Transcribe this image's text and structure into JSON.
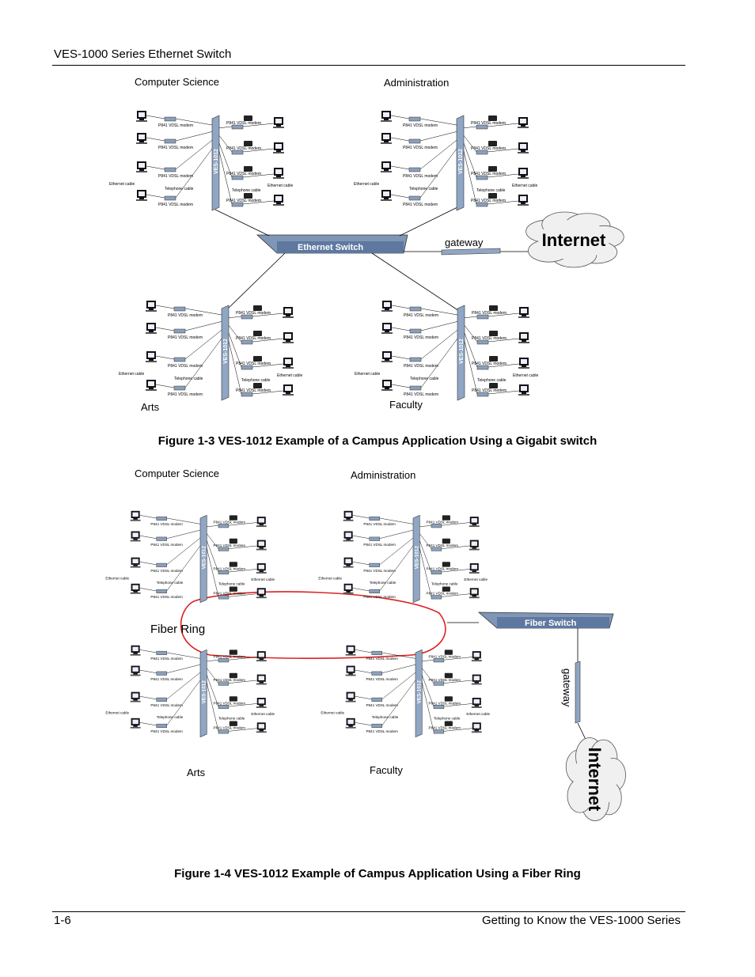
{
  "header": {
    "title": "VES-1000 Series Ethernet Switch"
  },
  "figure3": {
    "caption": "Figure 1-3 VES-1012 Example of a Campus Application Using a Gigabit switch",
    "site_labels": {
      "tl": "Computer Science",
      "tr": "Administration",
      "bl": "Arts",
      "br": "Faculty"
    },
    "switch_label": "Ethernet Switch",
    "gateway_label": "gateway",
    "internet_label": "Internet",
    "ves_label": "VES-1012",
    "modem_label": "P841 VDSL modem",
    "ethernet_cable": "Ethernet cable",
    "telephone_cable": "Telephone cable"
  },
  "figure4": {
    "caption": "Figure 1-4 VES-1012 Example of Campus Application Using a Fiber Ring",
    "site_labels": {
      "tl": "Computer Science",
      "tr": "Administration",
      "bl": "Arts",
      "br": "Faculty"
    },
    "switch_label": "Fiber  Switch",
    "ring_label": "Fiber Ring",
    "gateway_label": "gateway",
    "internet_label": "Internet",
    "ves_label": "VES-1012",
    "modem_label": "P841 VDSL modem",
    "ethernet_cable": "Ethernet cable",
    "telephone_cable": "Telephone cable"
  },
  "footer": {
    "left": "1-6",
    "right": "Getting to Know the VES-1000 Series"
  }
}
